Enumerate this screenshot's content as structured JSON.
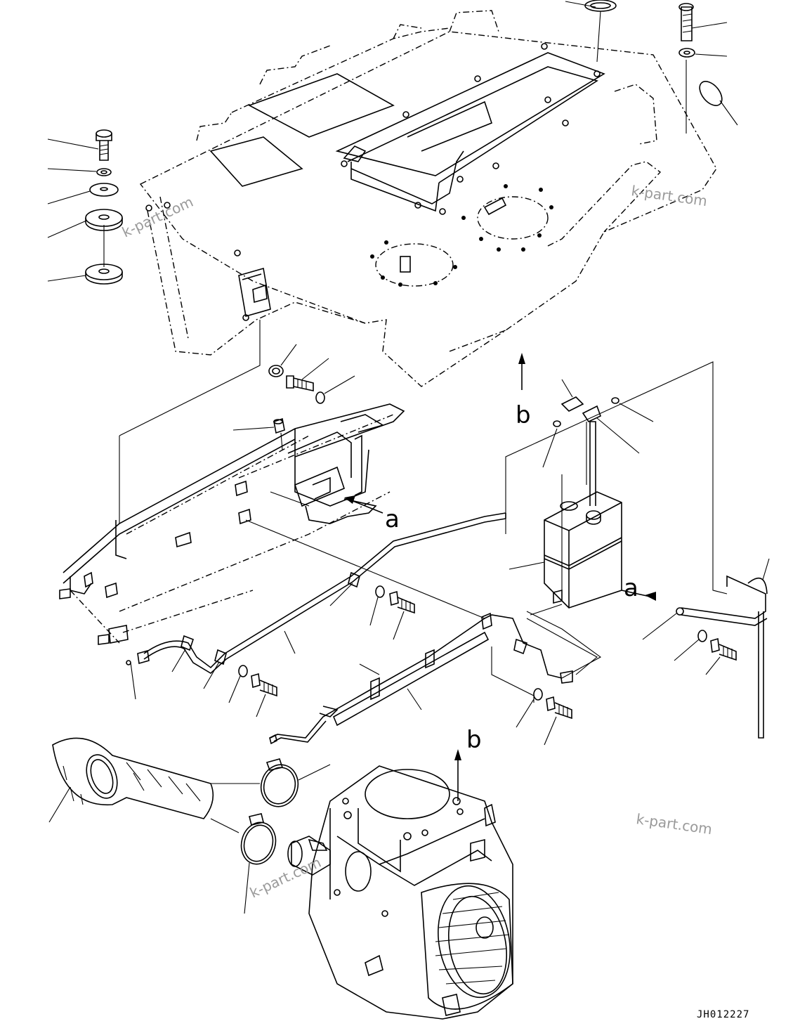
{
  "diagram": {
    "drawing_code": "JH012227",
    "view_labels": {
      "a_upper": "a",
      "a_lower": "a",
      "b_upper": "b",
      "b_lower": "b"
    },
    "watermarks": [
      "k-part.com",
      "k-part.com",
      "k-part.com",
      "k-part.com"
    ]
  }
}
